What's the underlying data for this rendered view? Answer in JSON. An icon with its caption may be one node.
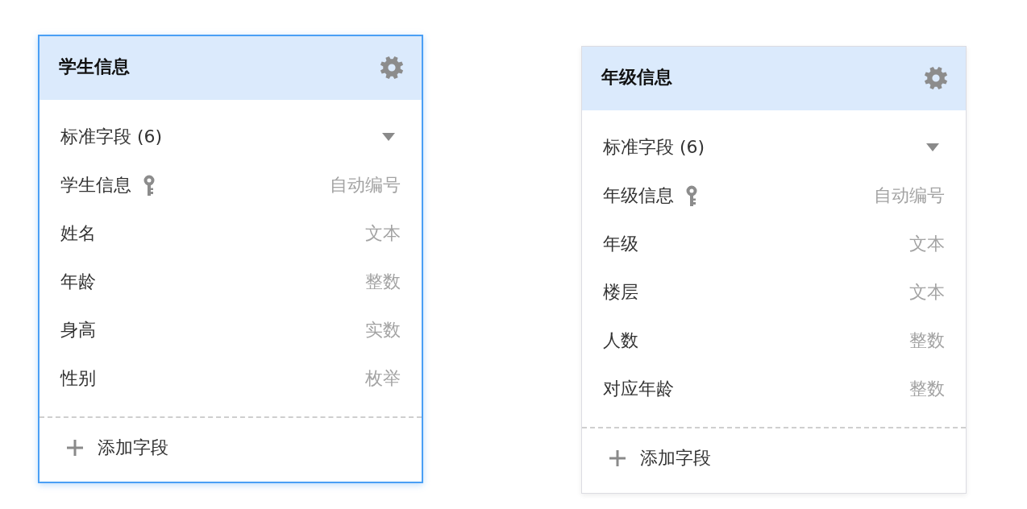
{
  "diagram": {
    "nodes": [
      {
        "text": [
          "标准字段 (6)",
          "学生信息",
          "自动编号",
          "姓名",
          "文本",
          "年龄",
          "整数",
          "身高",
          "实数",
          "性别",
          "枚举",
          "添加字段"
        ]
      },
      {
        "text": [
          "学生信息"
        ],
        "in": 0
      },
      {
        "text": [
          "标准字段 (6)",
          "年级信息",
          "自动编号",
          "年级",
          "文本",
          "楼层",
          "文本",
          "人数",
          "整数",
          "对应年龄",
          "整数",
          "添加字段"
        ]
      },
      {
        "text": [
          "年级信息"
        ],
        "in": 2
      }
    ]
  }
}
